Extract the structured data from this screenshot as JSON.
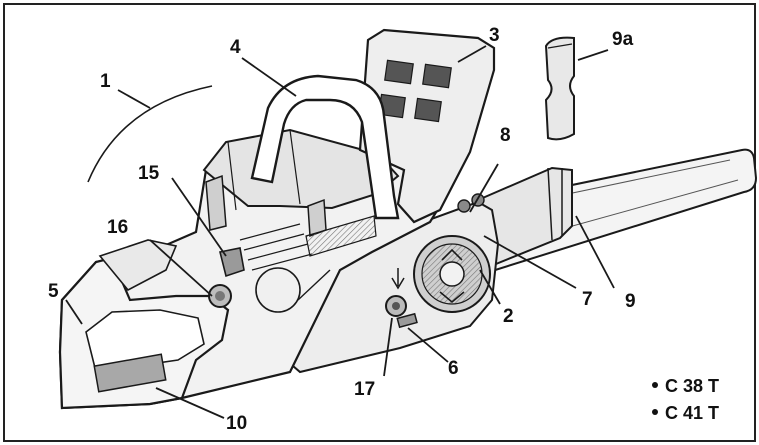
{
  "part_labels": {
    "p1": "1",
    "p2": "2",
    "p3": "3",
    "p4": "4",
    "p5": "5",
    "p6": "6",
    "p7": "7",
    "p8": "8",
    "p9": "9",
    "p9a": "9a",
    "p10": "10",
    "p15": "15",
    "p16": "16",
    "p17": "17"
  },
  "models": [
    "C 38 T",
    "C 41 T"
  ],
  "colors": {
    "line": "#1a1a1a",
    "fill_light": "#f2f2f2",
    "fill_mid": "#d9d9d9",
    "fill_dark": "#9a9a9a",
    "background": "#ffffff"
  }
}
